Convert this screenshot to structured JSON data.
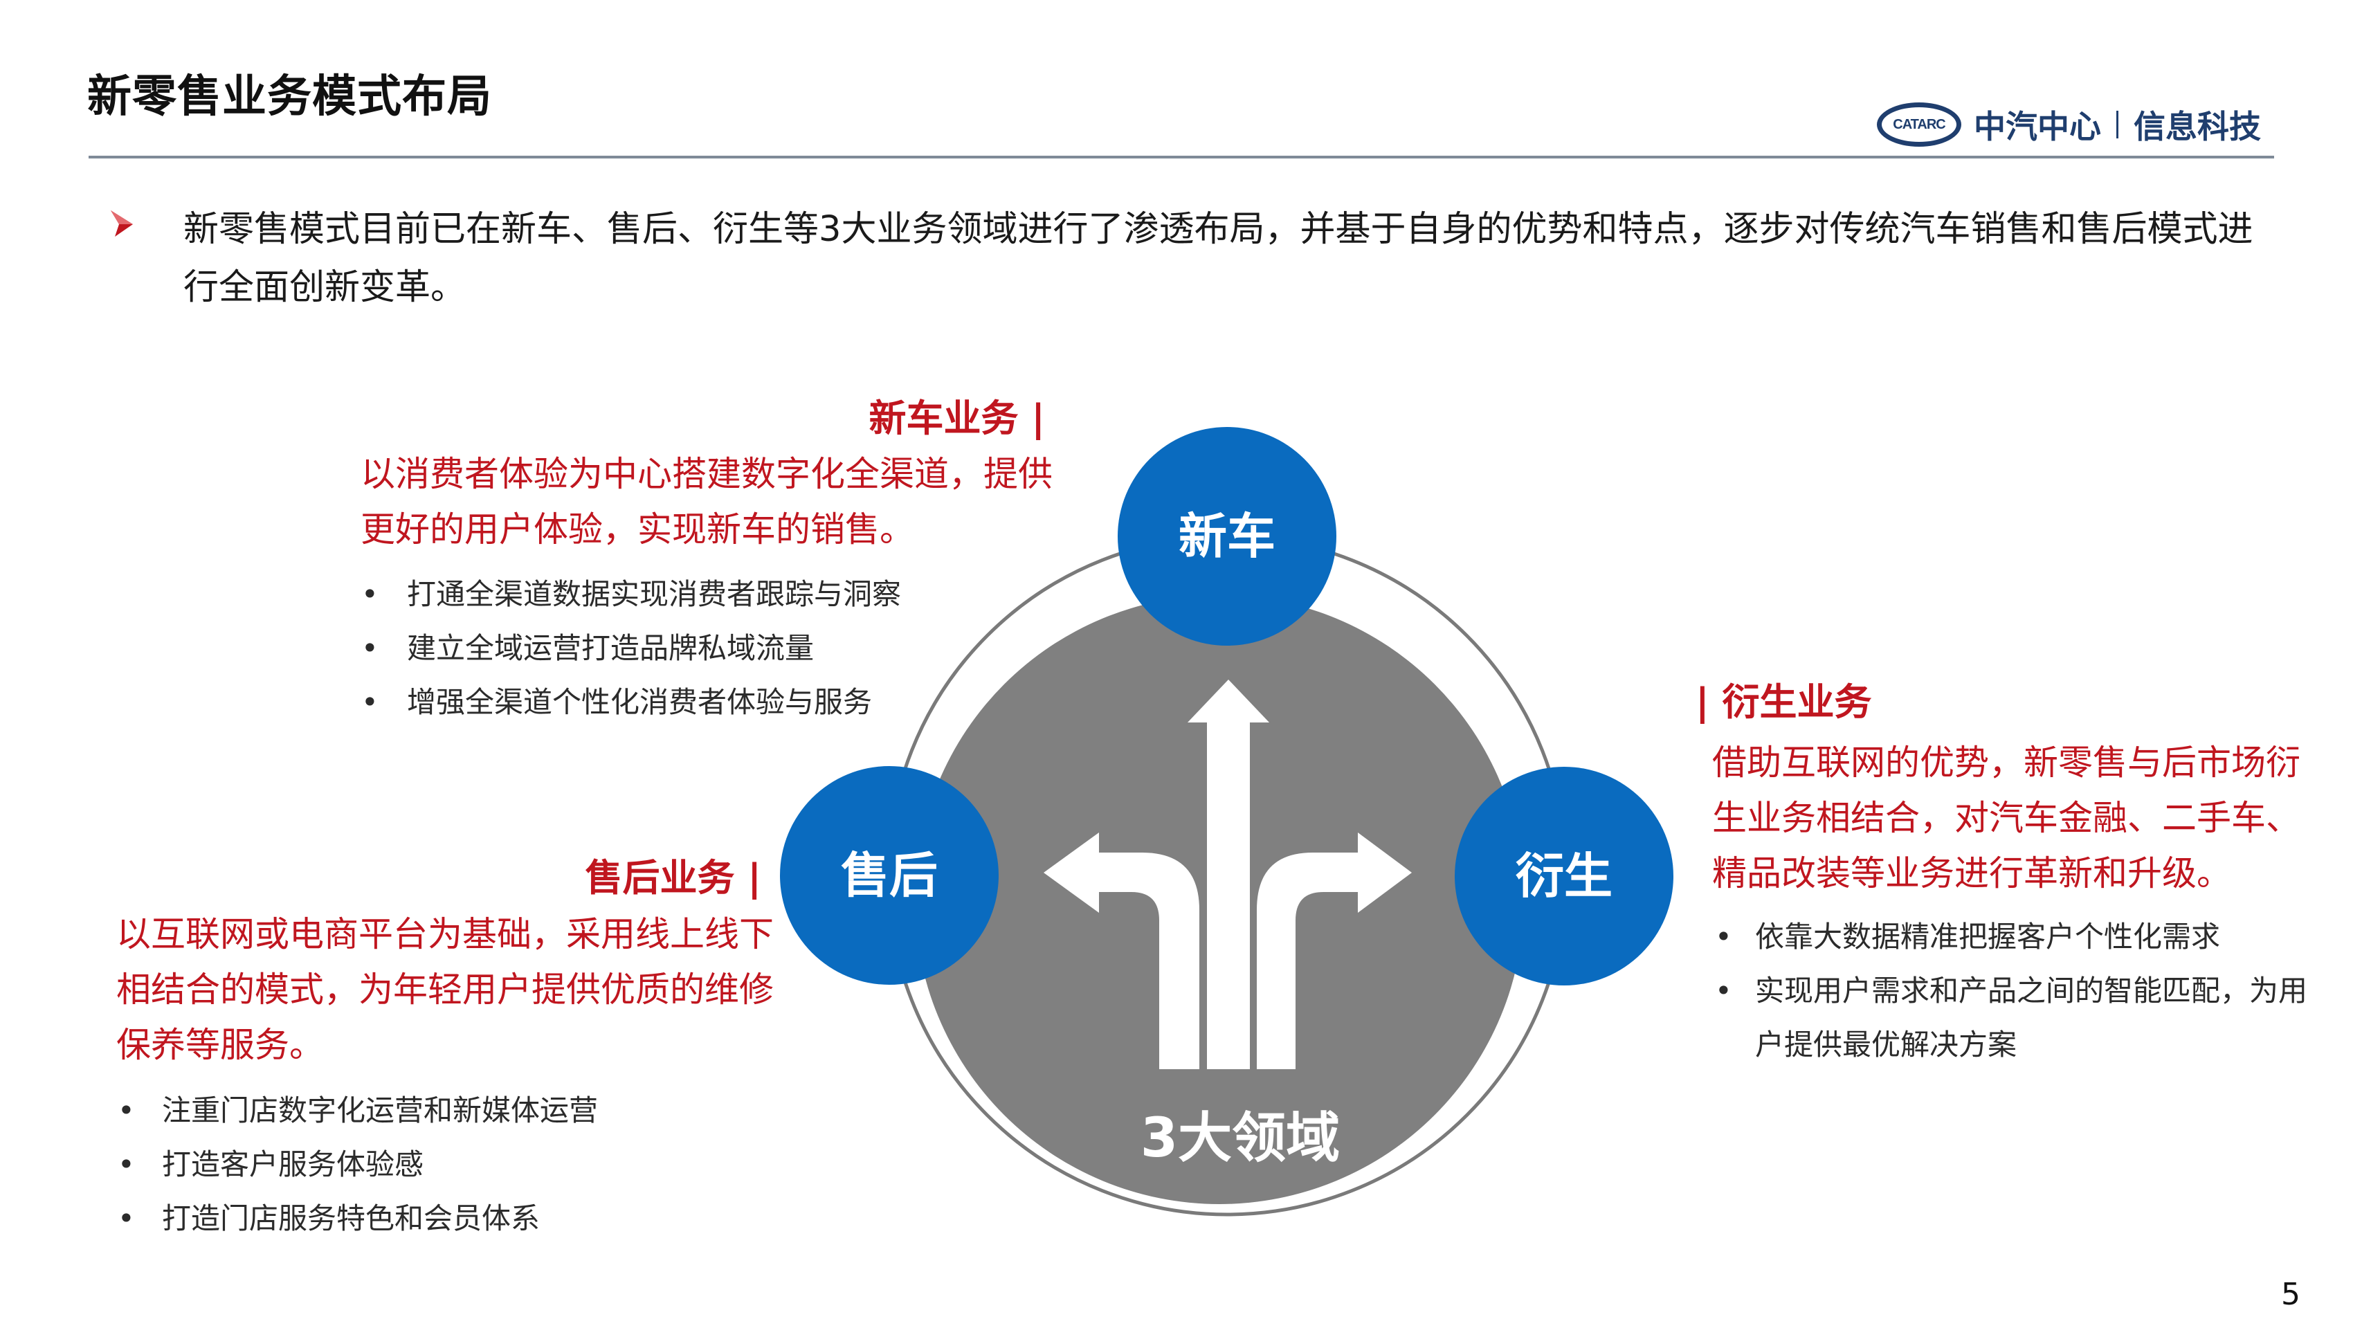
{
  "header": {
    "title": "新零售业务模式布局",
    "logo": {
      "mark": "CATARC",
      "org": "中汽中心",
      "dept": "信息科技"
    }
  },
  "intro": {
    "bullet_icon": "red-arrow-bullet",
    "text": "新零售模式目前已在新车、售后、衍生等3大业务领域进行了渗透布局，并基于自身的优势和特点，逐步对传统汽车销售和售后模式进行全面创新变革。"
  },
  "diagram": {
    "center_label": "3大领域",
    "center_icon": "three-way-arrows-icon",
    "nodes": [
      {
        "id": "new-car",
        "label": "新车"
      },
      {
        "id": "after-sales",
        "label": "售后"
      },
      {
        "id": "derivative",
        "label": "衍生"
      }
    ],
    "colors": {
      "node_blue": "#0a6bbf",
      "center_grey": "#808080",
      "arc_grey": "#7a7a7a",
      "accent_red": "#c0161f"
    }
  },
  "sections": {
    "new_car": {
      "title": "新车业务 |",
      "desc_lines": [
        "以消费者体验为中心搭建数字化全渠道，提供",
        "更好的用户体验，实现新车的销售。"
      ],
      "bullets": [
        "打通全渠道数据实现消费者跟踪与洞察",
        "建立全域运营打造品牌私域流量",
        "增强全渠道个性化消费者体验与服务"
      ]
    },
    "derivative": {
      "title": "| 衍生业务",
      "desc_lines": [
        "借助互联网的优势，新零售与后市场衍",
        "生业务相结合，对汽车金融、二手车、",
        "精品改装等业务进行革新和升级。"
      ],
      "bullets": [
        "依靠大数据精准把握客户个性化需求",
        "实现用户需求和产品之间的智能匹配，为用",
        "户提供最优解决方案"
      ]
    },
    "after_sales": {
      "title": "售后业务 |",
      "desc_lines": [
        "以互联网或电商平台为基础，采用线上线下",
        "相结合的模式，为年轻用户提供优质的维修",
        "保养等服务。"
      ],
      "bullets": [
        "注重门店数字化运营和新媒体运营",
        "打造客户服务体验感",
        "打造门店服务特色和会员体系"
      ]
    }
  },
  "footer": {
    "page_number": "5"
  }
}
